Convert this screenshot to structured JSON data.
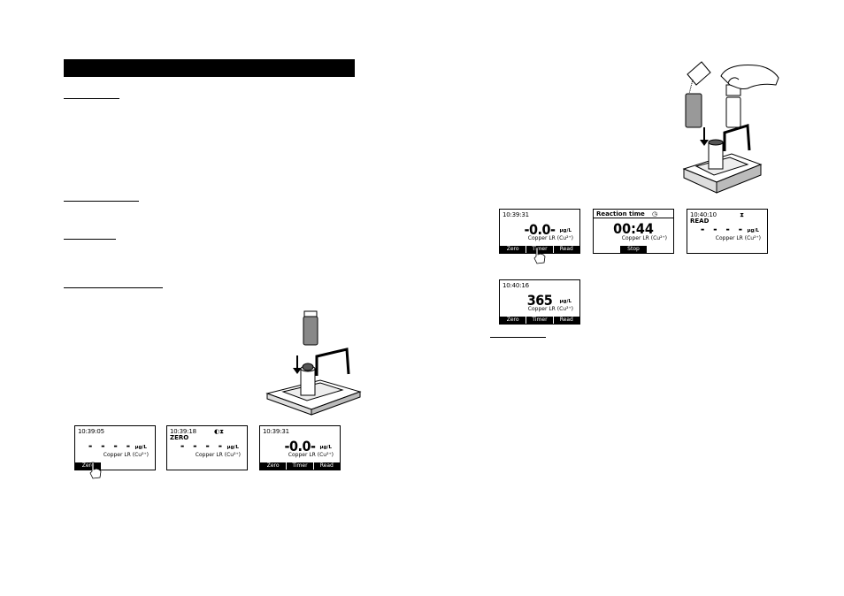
{
  "screens": [
    {
      "id": "s1",
      "time": "10:39:05",
      "status": "",
      "icons": "",
      "value": "- - - -",
      "unit": "µg/L",
      "method": "Copper LR (Cu²⁺)",
      "softkeys": [
        "Zero",
        "",
        ""
      ]
    },
    {
      "id": "s2",
      "time": "10:39:18",
      "status": "ZERO",
      "icons": "◐⧗",
      "value": "- - - -",
      "unit": "µg/L",
      "method": "Copper LR (Cu²⁺)",
      "softkeys": []
    },
    {
      "id": "s3",
      "time": "10:39:31",
      "status": "",
      "icons": "",
      "value": "-0.0-",
      "unit": "µg/L",
      "method": "Copper LR (Cu²⁺)",
      "softkeys": [
        "Zero",
        "Timer",
        "Read"
      ]
    },
    {
      "id": "s4",
      "time": "10:39:31",
      "status": "",
      "icons": "",
      "value": "-0.0-",
      "unit": "µg/L",
      "method": "Copper LR (Cu²⁺)",
      "softkeys": [
        "Zero",
        "Timer",
        "Read"
      ]
    },
    {
      "id": "s5",
      "title": "Reaction time",
      "titleIcon": "◷",
      "timer": "00:44",
      "method": "Copper LR (Cu²⁺)",
      "softkeys": [
        "",
        "Stop",
        ""
      ]
    },
    {
      "id": "s6",
      "time": "10:40:10",
      "status": "READ",
      "icons": "⧗",
      "value": "- - - -",
      "unit": "µg/L",
      "method": "Copper LR (Cu²⁺)",
      "softkeys": []
    },
    {
      "id": "s7",
      "time": "10:40:16",
      "status": "",
      "icons": "",
      "value": "365",
      "unit": "µg/L",
      "method": "Copper LR (Cu²⁺)",
      "softkeys": [
        "Zero",
        "Timer",
        "Read"
      ]
    }
  ],
  "icons": [
    "hand-pointer-icon",
    "cuvette-icon",
    "down-arrow-icon",
    "meter-icon",
    "reagent-packet-icon",
    "hand-icon"
  ]
}
